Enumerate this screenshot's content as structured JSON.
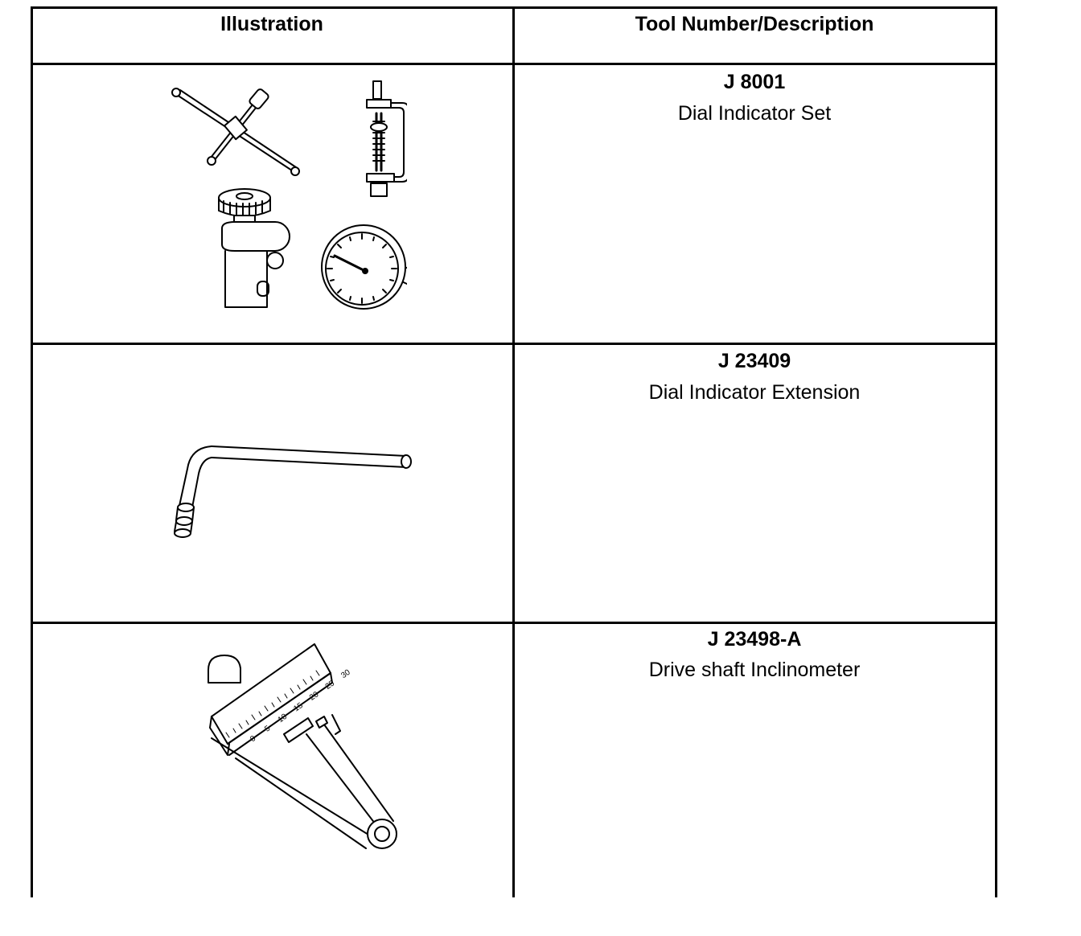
{
  "table": {
    "headers": {
      "illustration": "Illustration",
      "tool": "Tool Number/Description"
    },
    "rows": [
      {
        "number": "J 8001",
        "description": "Dial Indicator Set",
        "illustration": "dial-indicator-set-drawing"
      },
      {
        "number": "J 23409",
        "description": "Dial Indicator Extension",
        "illustration": "dial-indicator-extension-drawing"
      },
      {
        "number": "J 23498-A",
        "description": "Drive shaft Inclinometer",
        "illustration": "driveshaft-inclinometer-drawing"
      }
    ],
    "inclinometer_scale_labels": [
      "0",
      "5",
      "10",
      "15",
      "20",
      "25",
      "30"
    ]
  }
}
